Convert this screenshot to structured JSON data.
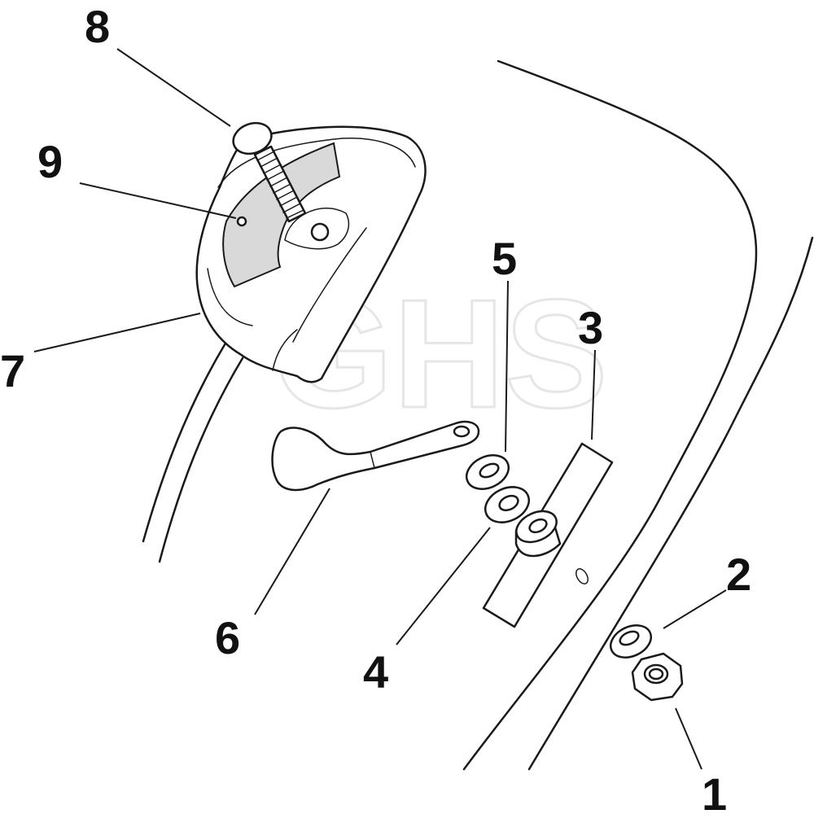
{
  "watermark": "GHS",
  "callouts": {
    "c1": "1",
    "c2": "2",
    "c3": "3",
    "c4": "4",
    "c5": "5",
    "c6": "6",
    "c7": "7",
    "c8": "8",
    "c9": "9"
  }
}
